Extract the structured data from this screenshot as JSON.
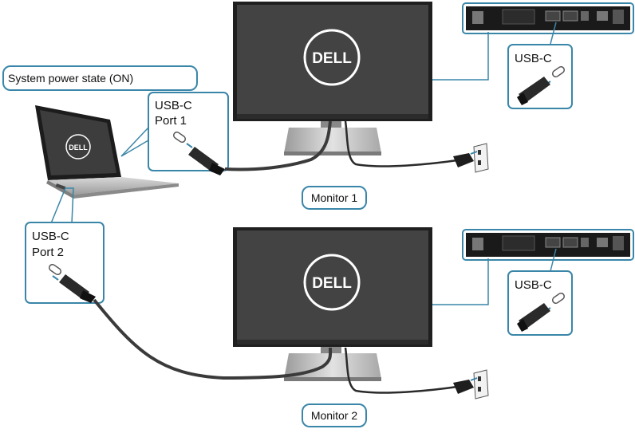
{
  "labels": {
    "power_state": "System power state (ON)",
    "laptop_port1": "USB-C\nPort 1",
    "laptop_port2": "USB-C\nPort 2",
    "monitor1_port": "USB-C",
    "monitor2_port": "USB-C",
    "monitor1_name": "Monitor 1",
    "monitor2_name": "Monitor 2"
  },
  "logos": {
    "brand": "DELL"
  },
  "colors": {
    "callout_border": "#3a86a8",
    "screen": "#3c3c3c",
    "monitor_bezel": "#222222",
    "cable": "#3a3a3a",
    "stand": "#b8b8b8"
  }
}
